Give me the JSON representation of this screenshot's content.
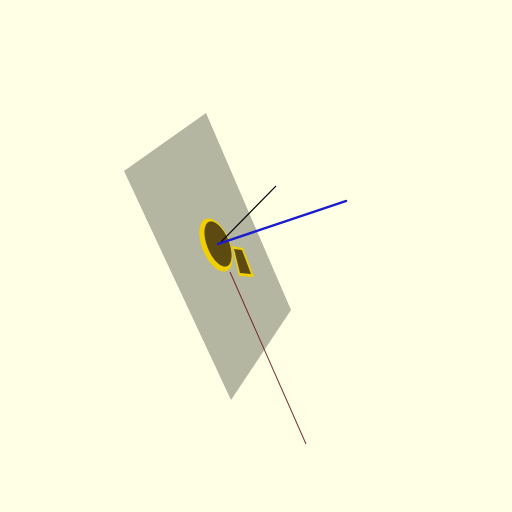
{
  "app": {
    "background_color": "#ffffe5"
  },
  "scene": {
    "icons": {
      "plate": "gray-plate-shape",
      "disc": "gold-disc-shape",
      "square": "gold-square-shape",
      "x_axis": "axis-line-x",
      "y_axis": "axis-line-y",
      "z_axis": "axis-line-z"
    },
    "colors": {
      "plate_fill": "#b3b59f",
      "plate_shadow": "#9e9f8b",
      "gold_light": "#f0d000",
      "gold_dark": "#5c4a10",
      "axis_black": "#000000",
      "axis_blue": "#1b1bd0",
      "axis_red": "#6a1a1a"
    }
  }
}
